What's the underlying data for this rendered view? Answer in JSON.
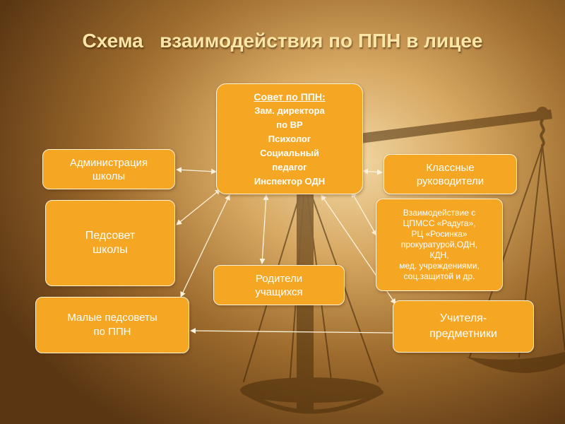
{
  "title": "Схема   взаимодействия по ППН в лицее",
  "boxes": {
    "center": {
      "heading": "Совет по ППН:",
      "lines": [
        "Зам. директора",
        "по ВР",
        "Психолог",
        "Социальный",
        "педагог",
        "Инспектор ОДН"
      ]
    },
    "administration": {
      "lines": [
        "Администрация",
        "школы"
      ]
    },
    "pedsovet": {
      "lines": [
        "Педсовет",
        "школы"
      ]
    },
    "small_pedsovets": {
      "lines": [
        "Малые педсоветы",
        "по ППН"
      ]
    },
    "parents": {
      "lines": [
        "Родители",
        "учащихся"
      ]
    },
    "class_teachers": {
      "lines": [
        "Классные",
        "руководители"
      ]
    },
    "interaction": {
      "lines": [
        "Взаимодействие с",
        "ЦПМСС «Радуга»,",
        "РЦ «Росинка»",
        "прокуратурой,ОДН,",
        "КДН,",
        "мед. учреждениями,",
        "соц.защитой и др."
      ]
    },
    "subject_teachers": {
      "lines": [
        "Учителя-",
        "предметники"
      ]
    }
  },
  "colors": {
    "box_fill": "#f5a623",
    "box_border": "#fff3d6",
    "title_text": "#fbe6a8",
    "arrow": "#fdf3dc"
  },
  "icons": [
    "scales-of-justice-icon"
  ]
}
